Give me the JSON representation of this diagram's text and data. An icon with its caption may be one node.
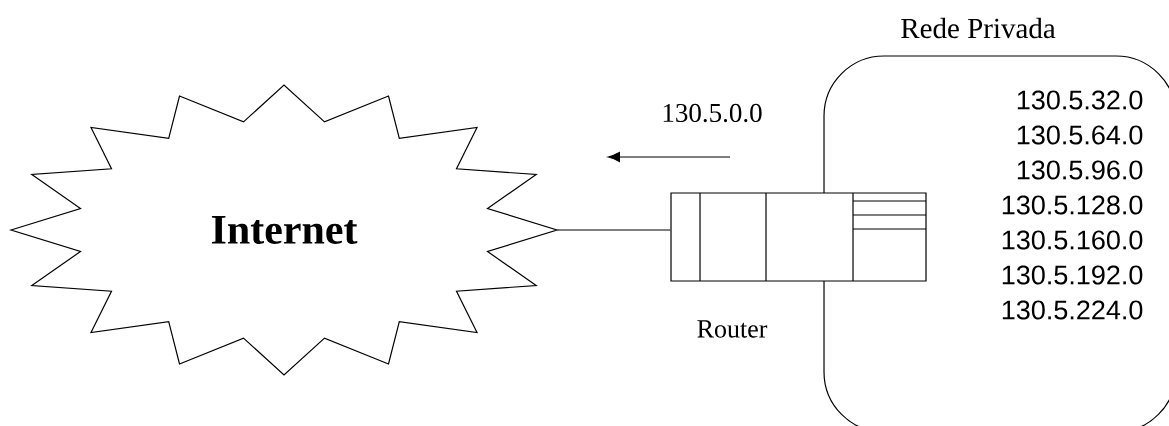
{
  "diagram": {
    "nodes": [
      {
        "text": [
          "Internet"
        ]
      },
      {
        "text": [],
        "shape": "picture",
        "beside": [
          "Router"
        ]
      },
      {
        "text": [
          "Rede Privada",
          "130.5.32.0",
          "130.5.64.0",
          "130.5.96.0",
          "130.5.128.0",
          "130.5.160.0",
          "130.5.192.0",
          "130.5.224.0"
        ]
      }
    ],
    "edges": [
      {
        "from": 0,
        "to": 1,
        "arrow": "none"
      }
    ],
    "labels": [
      "130.5.0.0"
    ]
  }
}
